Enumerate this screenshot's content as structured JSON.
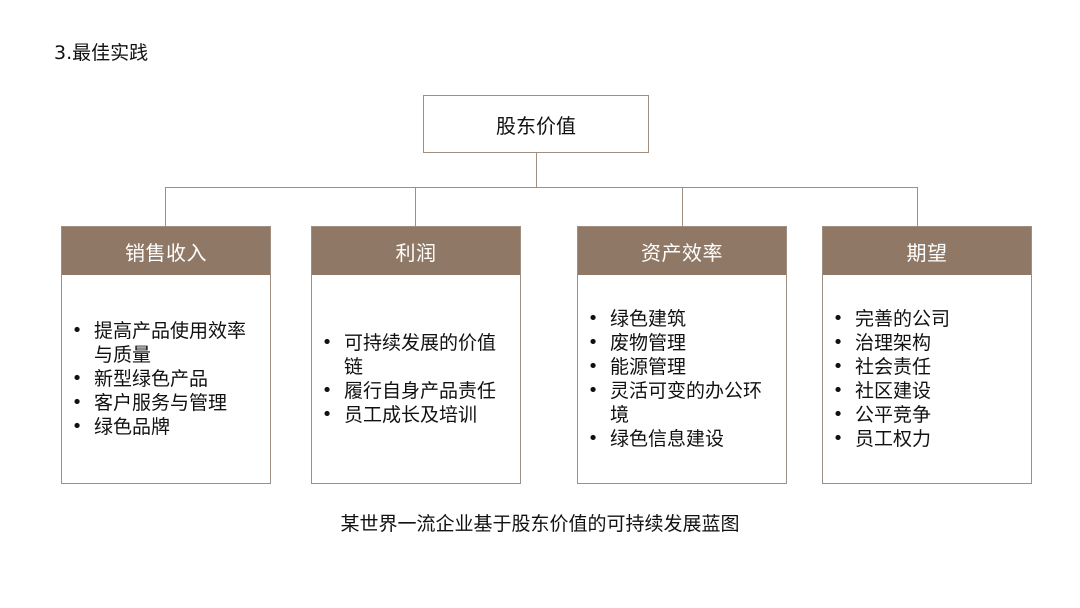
{
  "section_title": "3.最佳实践",
  "root": {
    "label": "股东价值"
  },
  "branches": [
    {
      "title": "销售收入",
      "items": [
        "提高产品使用效率与质量",
        "新型绿色产品",
        "客户服务与管理",
        "绿色品牌"
      ]
    },
    {
      "title": "利润",
      "items": [
        "可持续发展的价值链",
        "履行自身产品责任",
        "员工成长及培训"
      ]
    },
    {
      "title": "资产效率",
      "items": [
        "绿色建筑",
        "废物管理",
        "能源管理",
        "灵活可变的办公环境",
        "绿色信息建设"
      ]
    },
    {
      "title": "期望",
      "items": [
        "完善的公司",
        "治理架构",
        "社会责任",
        "社区建设",
        "公平竞争",
        "员工权力"
      ]
    }
  ],
  "caption": "某世界一流企业基于股东价值的可持续发展蓝图",
  "colors": {
    "header": "#8f7966",
    "border": "#a08f81",
    "text": "#111111",
    "header_text": "#ffffff"
  }
}
